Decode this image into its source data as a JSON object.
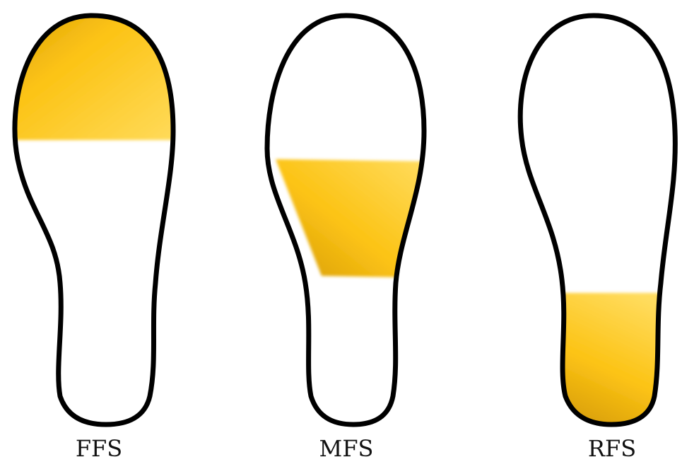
{
  "colors": {
    "outline": "#000000",
    "contact_light": "#ffdc5e",
    "contact_mid": "#fcc314",
    "contact_dark": "#d49a0a",
    "background": "#ffffff"
  },
  "soles": [
    {
      "label": "FFS",
      "contact_region": "forefoot"
    },
    {
      "label": "MFS",
      "contact_region": "midfoot"
    },
    {
      "label": "RFS",
      "contact_region": "rearfoot"
    }
  ]
}
